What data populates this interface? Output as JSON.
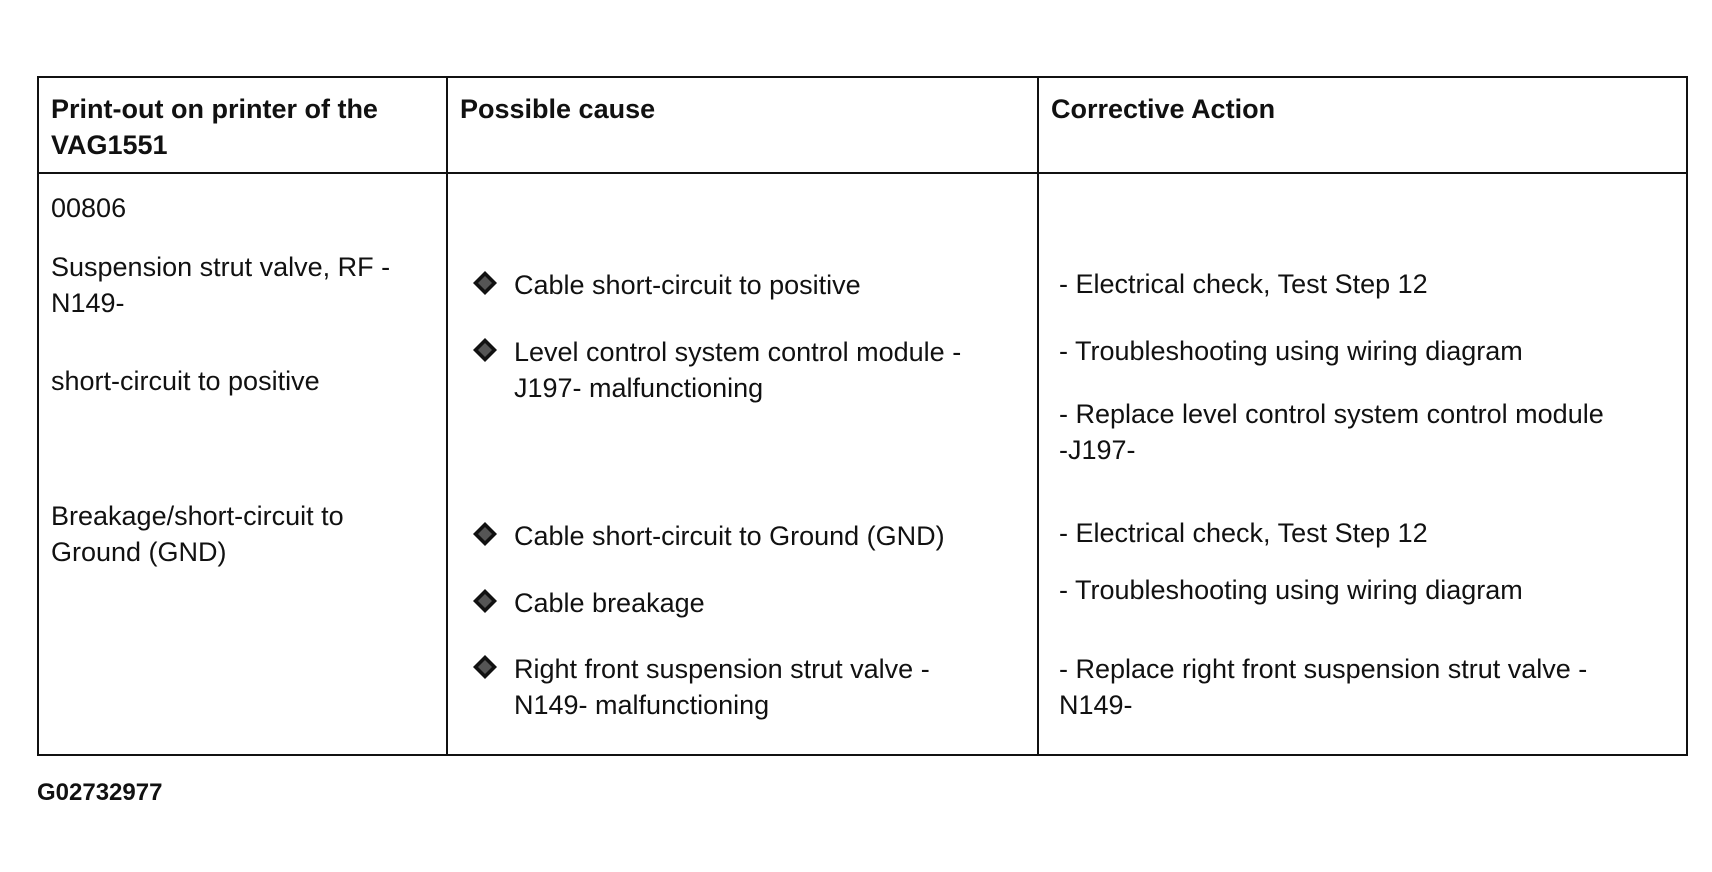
{
  "table": {
    "headers": {
      "col1": [
        "Print-out on printer of the",
        "VAG1551"
      ],
      "col2": "Possible cause",
      "col3": "Corrective Action"
    },
    "printout": {
      "code": "00806",
      "component": [
        "Suspension strut valve, RF -",
        "N149-"
      ],
      "fault1": "short-circuit to positive",
      "fault2": [
        "Breakage/short-circuit to",
        "Ground (GND)"
      ]
    },
    "causes": {
      "group1": [
        {
          "lines": [
            "Cable short-circuit to positive"
          ]
        },
        {
          "lines": [
            "Level control system control module -",
            "J197- malfunctioning"
          ]
        }
      ],
      "group2": [
        {
          "lines": [
            "Cable short-circuit to Ground (GND)"
          ]
        },
        {
          "lines": [
            "Cable breakage"
          ]
        },
        {
          "lines": [
            "Right front suspension strut valve -",
            "N149- malfunctioning"
          ]
        }
      ]
    },
    "actions": {
      "group1": [
        {
          "lines": [
            "- Electrical check, Test Step 12"
          ]
        },
        {
          "lines": [
            "- Troubleshooting using wiring diagram"
          ]
        },
        {
          "lines": [
            "- Replace level control system control module",
            "-J197-"
          ]
        }
      ],
      "group2": [
        {
          "lines": [
            "- Electrical check, Test Step 12"
          ]
        },
        {
          "lines": [
            "- Troubleshooting using wiring diagram"
          ]
        },
        {
          "lines": [
            "- Replace right front suspension strut valve -",
            "N149-"
          ]
        }
      ]
    }
  },
  "figure_id": "G02732977",
  "icons": {
    "bullet": "diamond-bullet-icon"
  }
}
